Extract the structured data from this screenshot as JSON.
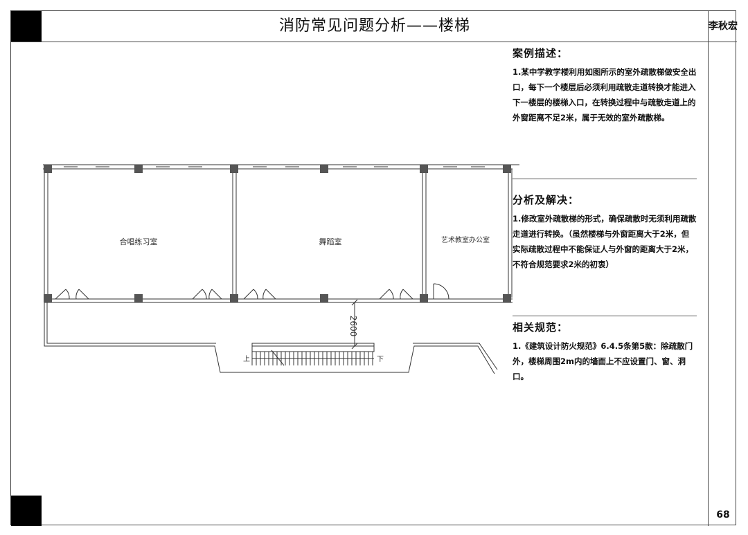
{
  "header": {
    "title": "消防常见问题分析——楼梯",
    "author": "李秋宏"
  },
  "footer": {
    "page_number": "68"
  },
  "sections": {
    "case": {
      "heading": "案例描述：",
      "body": "1.某中学教学楼利用如图所示的室外疏散梯做安全出口，每下一个楼层后必须利用疏散走道转换才能进入下一楼层的楼梯入口，在转换过程中与疏散走道上的外窗距离不足2米，属于无效的室外疏散梯。"
    },
    "analysis": {
      "heading": "分析及解决：",
      "body": "1.修改室外疏散梯的形式，确保疏散时无须利用疏散走道进行转换。（虽然楼梯与外窗距离大于2米，但实际疏散过程中不能保证人与外窗的距离大于2米，不符合规范要求2米的初衷）"
    },
    "code": {
      "heading": "相关规范：",
      "body": "1.《建筑设计防火规范》6.4.5条第5款：除疏散门外，楼梯周围2m内的墙面上不应设置门、窗、洞口。"
    }
  },
  "floor_plan": {
    "rooms": [
      "合唱练习室",
      "舞蹈室",
      "艺术教室办公室"
    ],
    "dimension": "2600",
    "stair_up": "上",
    "stair_down": "下"
  }
}
